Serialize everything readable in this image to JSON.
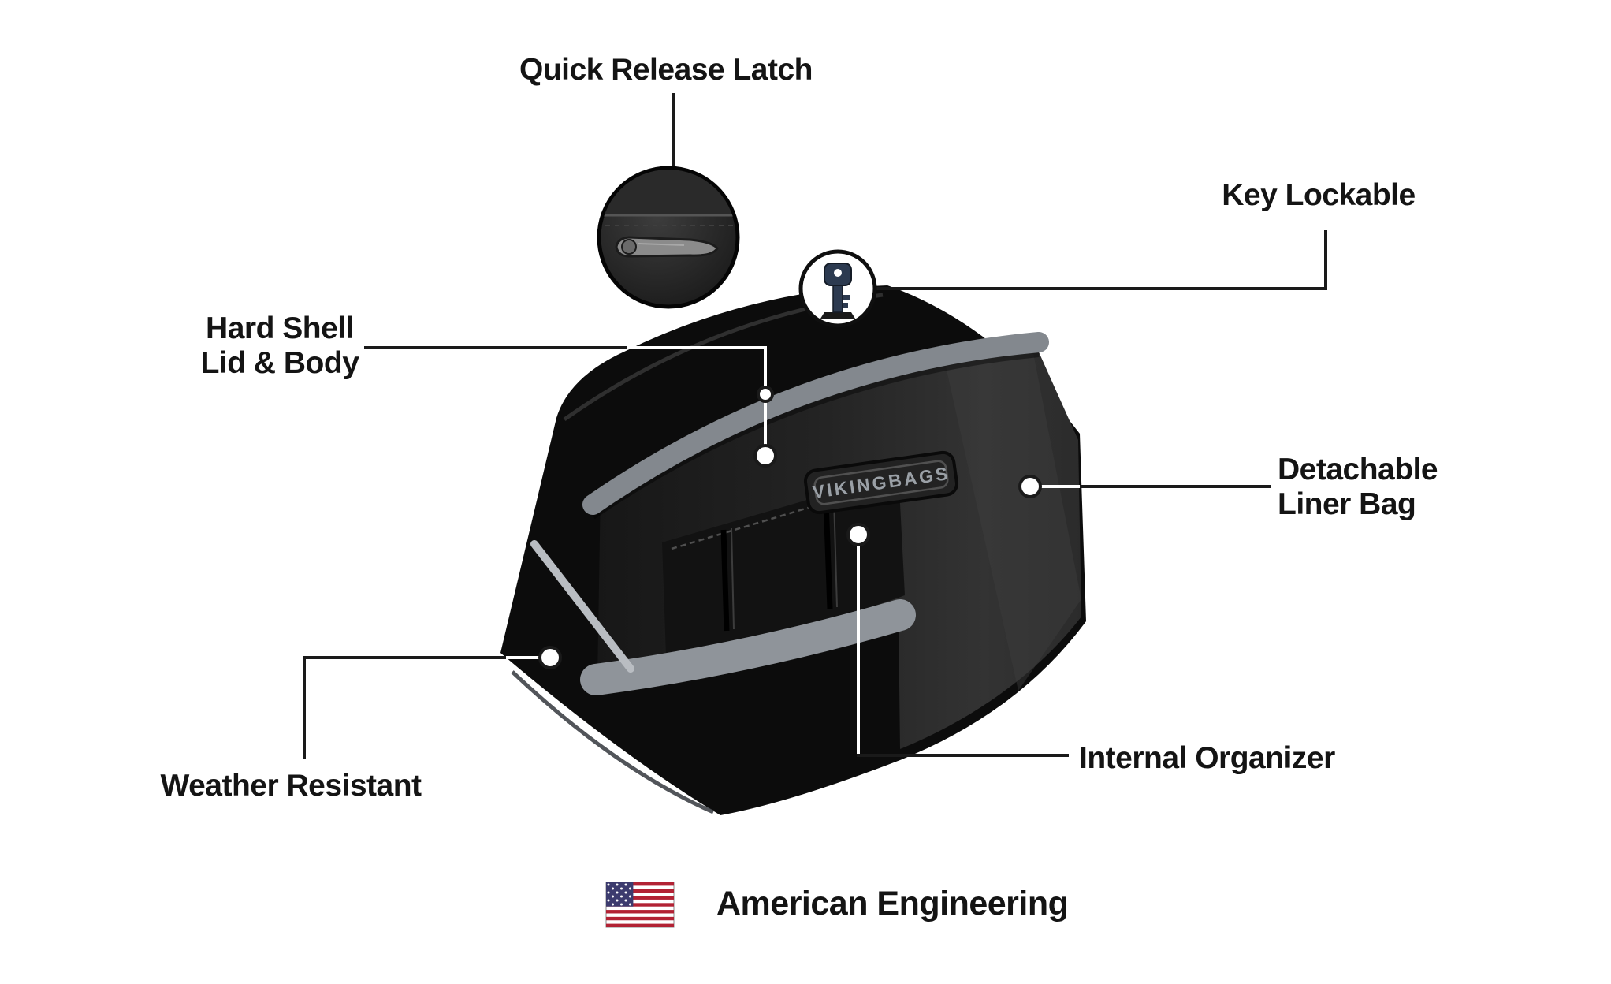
{
  "callouts": {
    "quick_release_latch": "Quick Release Latch",
    "key_lockable": "Key Lockable",
    "hard_shell_line1": "Hard Shell",
    "hard_shell_line2": "Lid & Body",
    "detachable_line1": "Detachable",
    "detachable_line2": "Liner Bag",
    "weather_resistant": "Weather Resistant",
    "internal_organizer": "Internal Organizer"
  },
  "footer": {
    "tagline": "American Engineering"
  },
  "product": {
    "brand_badge": "VIKINGBAGS"
  },
  "icons": {
    "latch_inset": "quick-release-latch-detail-icon",
    "key": "key-icon",
    "flag": "us-flag-icon"
  },
  "colors": {
    "background": "#ffffff",
    "text": "#141414",
    "bag_shell": "#0c0c0c",
    "trim_gray": "#83888e",
    "floor_gray": "#8f949a",
    "flag_red": "#b22234",
    "flag_blue": "#3c3b6e"
  }
}
